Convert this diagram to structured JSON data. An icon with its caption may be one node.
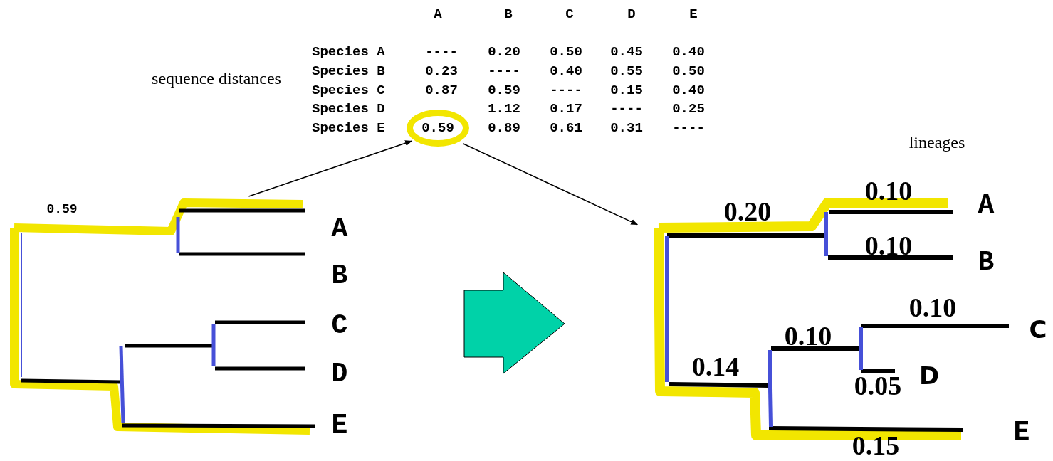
{
  "diagram": {
    "nodes": [
      {
        "text": [],
        "shape": "tree"
      },
      {
        "text": [
          "0.59"
        ]
      },
      {
        "text": [],
        "shape": "tree"
      }
    ],
    "edges": [
      {
        "from": 0,
        "to": 1,
        "arrow": "to"
      },
      {
        "from": 1,
        "to": 2,
        "arrow": "to"
      }
    ],
    "labels": [
      "A",
      "B",
      "C",
      "D",
      "E",
      "sequence distances",
      "Species A",
      "----",
      "0.20",
      "0.50",
      "0.45",
      "0.40",
      "Species B",
      "0.23",
      "----",
      "0.40",
      "0.55",
      "0.50",
      "Species C",
      "0.87",
      "0.59",
      "----",
      "0.15",
      "0.40",
      "Species D",
      "1.12",
      "0.17",
      "----",
      "0.25",
      "Species E",
      "0.89",
      "0.61",
      "0.31",
      "----",
      "lineages",
      "0.59",
      "A",
      "B",
      "C",
      "D",
      "E",
      "0.10",
      "0.20",
      "A",
      "0.10",
      "B",
      "0.10",
      "C",
      "0.10",
      "0.14",
      "D",
      "0.05",
      "E",
      "0.15"
    ]
  }
}
